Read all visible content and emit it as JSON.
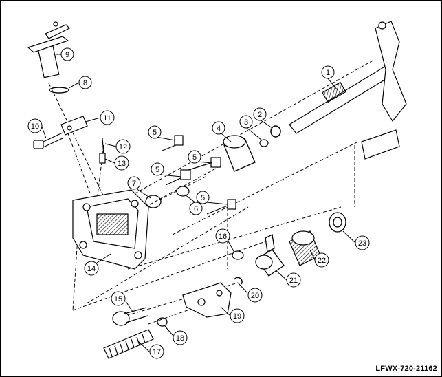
{
  "figure_code": "LFWX-720-21162",
  "callouts": [
    {
      "id": "c1",
      "label": "1"
    },
    {
      "id": "c2",
      "label": "2"
    },
    {
      "id": "c3",
      "label": "3"
    },
    {
      "id": "c4",
      "label": "4"
    },
    {
      "id": "c5a",
      "label": "5"
    },
    {
      "id": "c5b",
      "label": "5"
    },
    {
      "id": "c5c",
      "label": "5"
    },
    {
      "id": "c5d",
      "label": "5"
    },
    {
      "id": "c6",
      "label": "6"
    },
    {
      "id": "c7",
      "label": "7"
    },
    {
      "id": "c8",
      "label": "8"
    },
    {
      "id": "c9",
      "label": "9"
    },
    {
      "id": "c10",
      "label": "10"
    },
    {
      "id": "c11",
      "label": "11"
    },
    {
      "id": "c12",
      "label": "12"
    },
    {
      "id": "c13",
      "label": "13"
    },
    {
      "id": "c14",
      "label": "14"
    },
    {
      "id": "c15",
      "label": "15"
    },
    {
      "id": "c16",
      "label": "16"
    },
    {
      "id": "c17",
      "label": "17"
    },
    {
      "id": "c18",
      "label": "18"
    },
    {
      "id": "c19",
      "label": "19"
    },
    {
      "id": "c20",
      "label": "20"
    },
    {
      "id": "c21",
      "label": "21"
    },
    {
      "id": "c22",
      "label": "22"
    },
    {
      "id": "c23",
      "label": "23"
    }
  ]
}
